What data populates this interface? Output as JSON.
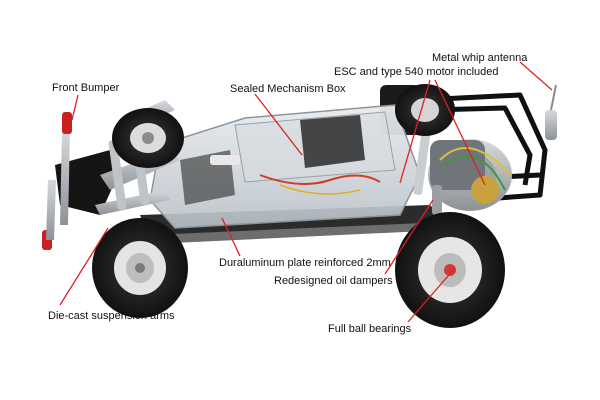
{
  "colors": {
    "background": "#ffffff",
    "leader_line": "#e02020",
    "label_text": "#111111"
  },
  "callouts": {
    "front_bumper": "Front Bumper",
    "sealed_box": "Sealed Mechanism Box",
    "esc_motor": "ESC and type 540 motor included",
    "whip_antenna": "Metal whip antenna",
    "duraluminum_plate": "Duraluminum plate reinforced 2mm",
    "oil_dampers": "Redesigned oil dampers",
    "suspension_arms": "Die-cast suspension arms",
    "ball_bearings": "Full ball bearings"
  }
}
